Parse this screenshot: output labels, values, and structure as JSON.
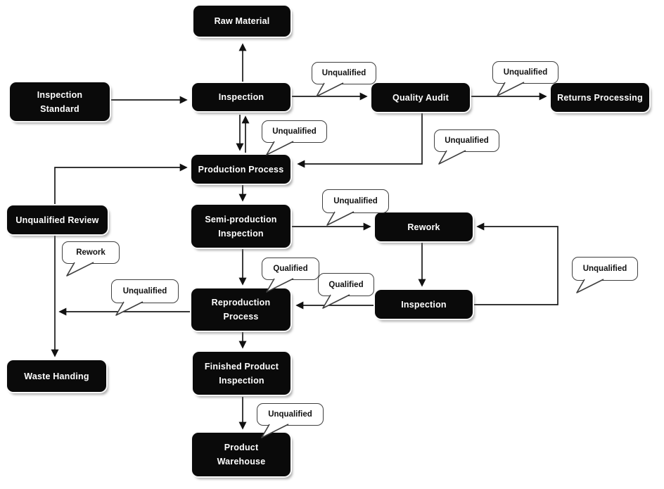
{
  "diagram": {
    "type": "flowchart",
    "background_color": "#ffffff",
    "node_fill_color": "#0a0a0a",
    "node_text_color": "#ffffff",
    "connector_color": "#1a1a1a",
    "callout_border_color": "#3f3f3f",
    "callout_fill_color": "#ffffff",
    "nodes": [
      {
        "id": "raw-material",
        "label": "Raw Material"
      },
      {
        "id": "inspection-standard",
        "label": "Inspection\nStandard"
      },
      {
        "id": "inspection-1",
        "label": "Inspection"
      },
      {
        "id": "quality-audit",
        "label": "Quality Audit"
      },
      {
        "id": "returns-processing",
        "label": "Returns Processing"
      },
      {
        "id": "production-process",
        "label": "Production Process"
      },
      {
        "id": "unqualified-review",
        "label": "Unqualified Review"
      },
      {
        "id": "semi-production-inspection",
        "label": "Semi-production\nInspection"
      },
      {
        "id": "rework",
        "label": "Rework"
      },
      {
        "id": "inspection-2",
        "label": "Inspection"
      },
      {
        "id": "reproduction-process",
        "label": "Reproduction\nProcess"
      },
      {
        "id": "waste-handing",
        "label": "Waste Handing"
      },
      {
        "id": "finished-product-inspection",
        "label": "Finished Product\nInspection"
      },
      {
        "id": "product-warehouse",
        "label": "Product\nWarehouse"
      }
    ],
    "callouts": [
      {
        "id": "unqualified-inspection-to-quality-audit",
        "label": "Unqualified"
      },
      {
        "id": "unqualified-quality-audit-to-returns",
        "label": "Unqualified"
      },
      {
        "id": "unqualified-inspection-production",
        "label": "Unqualified"
      },
      {
        "id": "unqualified-quality-audit-to-production",
        "label": "Unqualified"
      },
      {
        "id": "unqualified-semi-to-rework",
        "label": "Unqualified"
      },
      {
        "id": "rework-review-path",
        "label": "Rework"
      },
      {
        "id": "qualified-semi-to-reproduction",
        "label": "Qualified"
      },
      {
        "id": "qualified-inspection2-to-reproduction",
        "label": "Qualified"
      },
      {
        "id": "unqualified-reproduction-to-review-line",
        "label": "Unqualified"
      },
      {
        "id": "unqualified-inspection2-to-rework",
        "label": "Unqualified"
      },
      {
        "id": "unqualified-finished-to-warehouse",
        "label": "Unqualified"
      }
    ]
  }
}
